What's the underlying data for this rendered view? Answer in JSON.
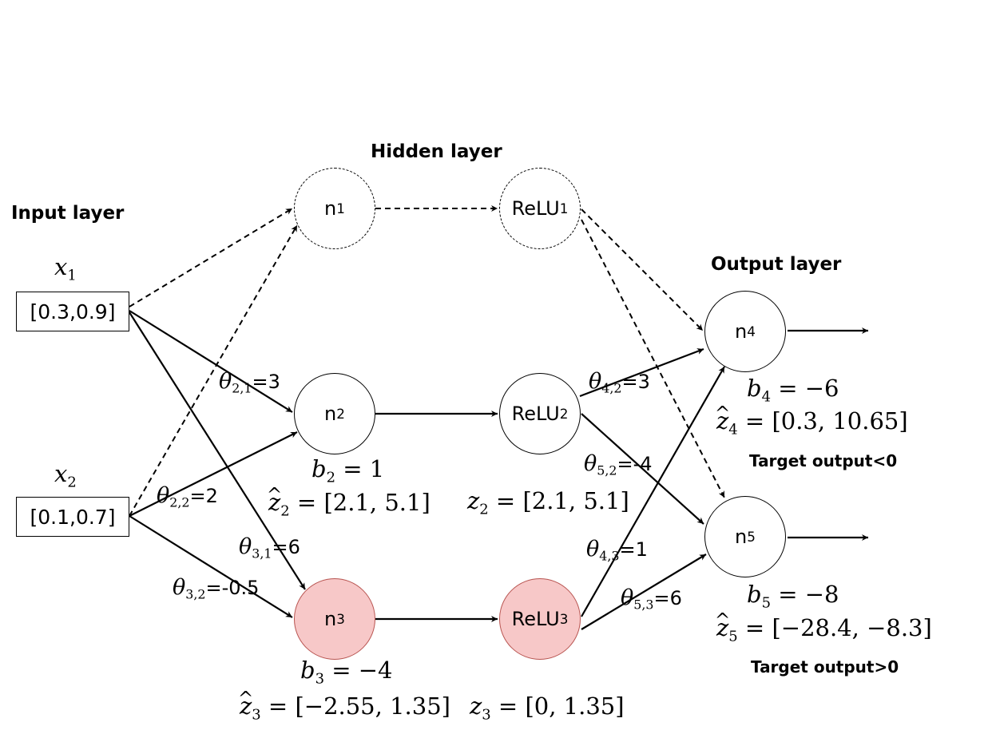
{
  "headings": {
    "input": "Input layer",
    "hidden": "Hidden layer",
    "output": "Output layer"
  },
  "inputs": [
    {
      "symbol": "x",
      "index": "1",
      "value": "[0.3,0.9]"
    },
    {
      "symbol": "x",
      "index": "2",
      "value": "[0.1,0.7]"
    }
  ],
  "nodes": {
    "n1": {
      "base": "n",
      "sub": "1"
    },
    "relu1": {
      "base": "ReLU",
      "sub": "1"
    },
    "n2": {
      "base": "n",
      "sub": "2"
    },
    "relu2": {
      "base": "ReLU",
      "sub": "2"
    },
    "n3": {
      "base": "n",
      "sub": "3"
    },
    "relu3": {
      "base": "ReLU",
      "sub": "3"
    },
    "n4": {
      "base": "n",
      "sub": "4"
    },
    "n5": {
      "base": "n",
      "sub": "5"
    }
  },
  "weights": {
    "w21": {
      "symbol": "θ",
      "sub": "2,1",
      "value": "=3"
    },
    "w22": {
      "symbol": "θ",
      "sub": "2,2",
      "value": "=2"
    },
    "w31": {
      "symbol": "θ",
      "sub": "3,1",
      "value": "=6"
    },
    "w32": {
      "symbol": "θ",
      "sub": "3,2",
      "value": "=-0.5"
    },
    "w42": {
      "symbol": "θ",
      "sub": "4,2",
      "value": "=3"
    },
    "w52": {
      "symbol": "θ",
      "sub": "5,2",
      "value": "=-4"
    },
    "w43": {
      "symbol": "θ",
      "sub": "4,3",
      "value": "=1"
    },
    "w53": {
      "symbol": "θ",
      "sub": "5,3",
      "value": "=6"
    }
  },
  "biases": {
    "b2": {
      "symbol": "b",
      "sub": "2",
      "value": " = 1"
    },
    "b3": {
      "symbol": "b",
      "sub": "3",
      "value": " = −4"
    },
    "b4": {
      "symbol": "b",
      "sub": "4",
      "value": " = −6"
    },
    "b5": {
      "symbol": "b",
      "sub": "5",
      "value": " = −8"
    }
  },
  "bounds": {
    "zhat2": {
      "symbol": "z",
      "sub": "2",
      "value": " = [2.1, 5.1]"
    },
    "z2": {
      "symbol": "z",
      "sub": "2",
      "value": " = [2.1, 5.1]"
    },
    "zhat3": {
      "symbol": "z",
      "sub": "3",
      "value": " = [−2.55, 1.35]"
    },
    "z3": {
      "symbol": "z",
      "sub": "3",
      "value": " = [0, 1.35]"
    },
    "zhat4": {
      "symbol": "z",
      "sub": "4",
      "value": " = [0.3, 10.65]"
    },
    "zhat5": {
      "symbol": "z",
      "sub": "5",
      "value": " = [−28.4, −8.3]"
    }
  },
  "targets": {
    "t4": "Target output<0",
    "t5": "Target output>0"
  },
  "colors": {
    "active_fill": "#f7c8c8",
    "active_stroke": "#b85450",
    "line": "#000000"
  }
}
